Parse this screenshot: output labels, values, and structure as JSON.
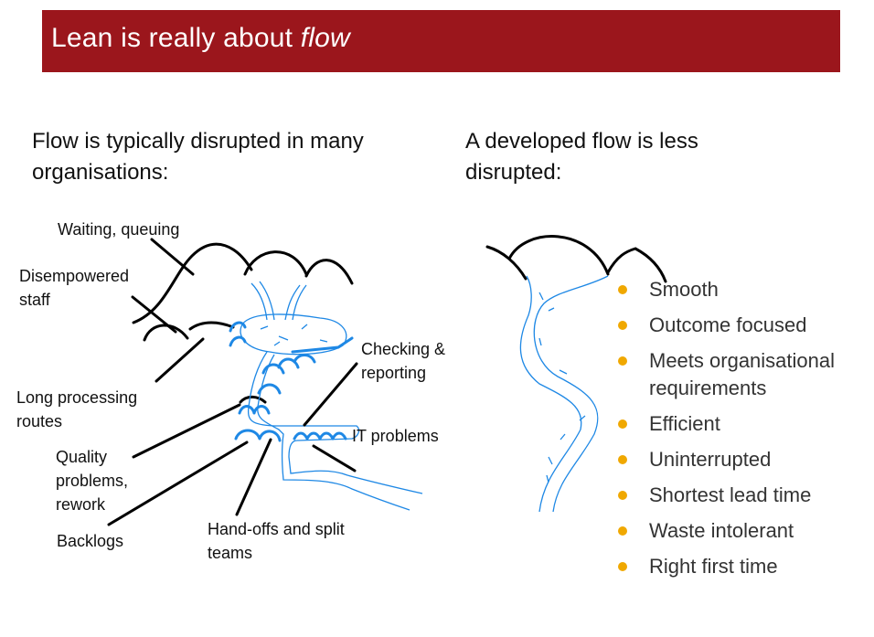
{
  "slide": {
    "title_prefix": "Lean is really about ",
    "title_emphasis": "flow",
    "accent_color": "#9b161c",
    "bullet_color": "#f0a800",
    "water_color": "#1e88e5"
  },
  "left_panel": {
    "heading": "Flow is typically disrupted in many organisations:",
    "labels": [
      {
        "id": "waiting",
        "text": "Waiting, queuing"
      },
      {
        "id": "disempowered",
        "text": "Disempowered staff"
      },
      {
        "id": "long-routes",
        "text": "Long processing routes"
      },
      {
        "id": "quality",
        "text": "Quality problems, rework"
      },
      {
        "id": "backlogs",
        "text": "Backlogs"
      },
      {
        "id": "handoffs",
        "text": "Hand-offs and split teams"
      },
      {
        "id": "checking",
        "text": "Checking & reporting"
      },
      {
        "id": "it",
        "text": "IT problems"
      }
    ]
  },
  "right_panel": {
    "heading": "A developed flow is less disrupted:",
    "bullets": [
      "Smooth",
      "Outcome focused",
      "Meets organisational requirements",
      "Efficient",
      "Uninterrupted",
      "Shortest lead time",
      "Waste intolerant",
      "Right first time"
    ]
  }
}
